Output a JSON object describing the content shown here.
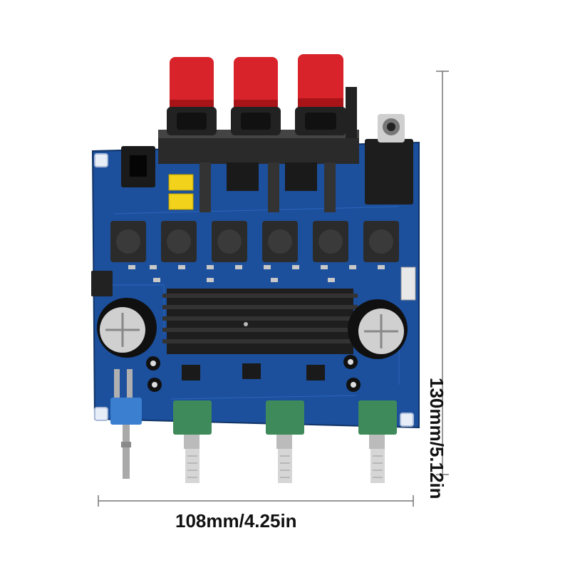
{
  "dimensions": {
    "width_label": "108mm/4.25in",
    "height_label": "130mm/5.12in"
  },
  "colors": {
    "pcb": "#1c4f9c",
    "pcb_dark": "#163f80",
    "terminal_red": "#d8232a",
    "terminal_black": "#222222",
    "heatsink": "#1e1e1e",
    "pot_green": "#3f8a5a",
    "switch_blue": "#3a7fd0",
    "capacitor_yellow": "#f2d21b"
  },
  "components": {
    "speaker_terminals": 3,
    "inductors": 6,
    "potentiometers": 3,
    "capacitors_large": 2,
    "ic_chips": 3
  }
}
